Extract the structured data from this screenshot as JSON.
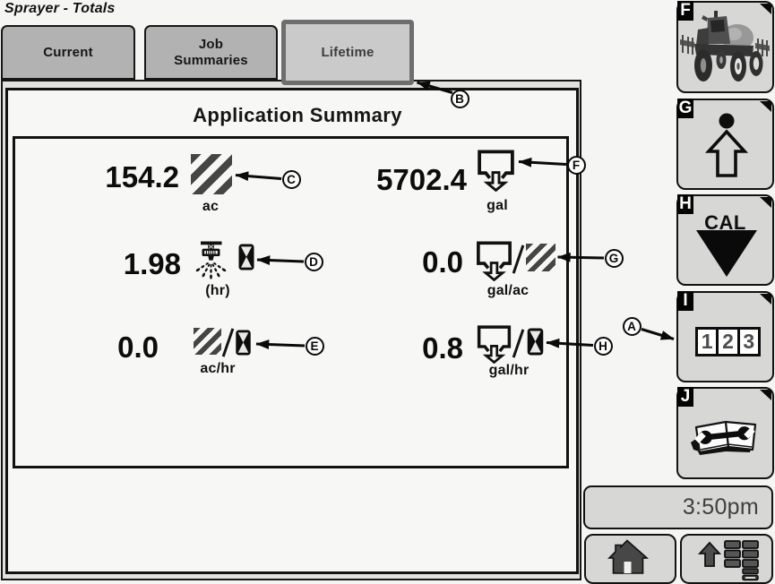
{
  "header": {
    "title": "Sprayer - Totals"
  },
  "tabs": {
    "current": {
      "label": "Current"
    },
    "job_summaries": {
      "label": "Job Summaries"
    },
    "lifetime": {
      "label": "Lifetime",
      "selected": true
    }
  },
  "main": {
    "heading": "Application Summary",
    "stats": [
      {
        "value": "154.2",
        "unit": "ac",
        "icons": [
          "area"
        ]
      },
      {
        "value": "5702.4",
        "unit": "gal",
        "icons": [
          "volume"
        ]
      },
      {
        "value": "1.98",
        "unit": "(hr)",
        "icons": [
          "sprayer",
          "hourglass"
        ]
      },
      {
        "value": "0.0",
        "unit": "gal/ac",
        "icons": [
          "volume",
          "area"
        ]
      },
      {
        "value": "0.0",
        "unit": "ac/hr",
        "icons": [
          "area",
          "hourglass"
        ]
      },
      {
        "value": "0.8",
        "unit": "gal/hr",
        "icons": [
          "volume",
          "hourglass"
        ]
      }
    ]
  },
  "sidebar": {
    "buttons": {
      "f": {
        "key": "F",
        "icon": "sprayer-vehicle"
      },
      "g": {
        "key": "G",
        "icon": "up-arrow"
      },
      "h": {
        "key": "H",
        "icon": "cal-triangle",
        "label": "CAL"
      },
      "i": {
        "key": "I",
        "icon": "numeric-keypad"
      },
      "j": {
        "key": "J",
        "icon": "service-manual"
      }
    },
    "keypad": {
      "d1": "1",
      "d2": "2",
      "d3": "3"
    }
  },
  "statusbar": {
    "time": "3:50pm"
  },
  "callouts": {
    "a": {
      "letter": "A"
    },
    "b": {
      "letter": "B"
    },
    "c": {
      "letter": "C"
    },
    "d": {
      "letter": "D"
    },
    "e": {
      "letter": "E"
    },
    "f": {
      "letter": "F"
    },
    "g": {
      "letter": "G"
    },
    "h": {
      "letter": "H"
    }
  }
}
